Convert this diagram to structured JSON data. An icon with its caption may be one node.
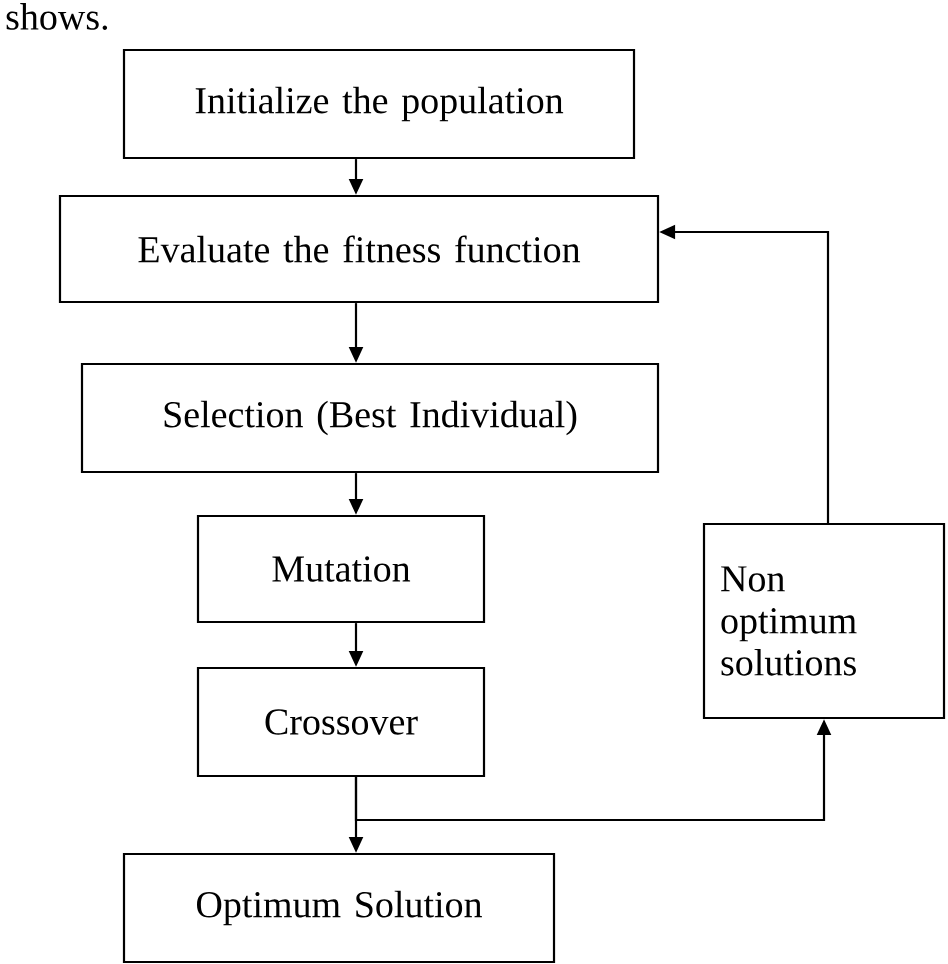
{
  "diagram": {
    "nodes": [
      {
        "text": [
          "Initialize the population"
        ]
      },
      {
        "text": [
          "Evaluate the fitness function"
        ]
      },
      {
        "text": [
          "Selection (Best Individual)"
        ]
      },
      {
        "text": [
          "Mutation"
        ]
      },
      {
        "text": [
          "Crossover"
        ]
      },
      {
        "text": [
          "Optimum Solution"
        ]
      },
      {
        "text": [
          "Non optimum solutions"
        ]
      }
    ],
    "edges": [
      {
        "from": 0,
        "to": 1,
        "arrow": "to"
      },
      {
        "from": 1,
        "to": 2,
        "arrow": "to"
      },
      {
        "from": 2,
        "to": 3,
        "arrow": "to"
      },
      {
        "from": 3,
        "to": 4,
        "arrow": "to"
      },
      {
        "from": 4,
        "to": 5,
        "arrow": "to"
      },
      {
        "from": 4,
        "to": 6,
        "arrow": "to"
      },
      {
        "from": 6,
        "to": 1,
        "arrow": "to"
      }
    ],
    "labels": [
      "shows."
    ]
  }
}
